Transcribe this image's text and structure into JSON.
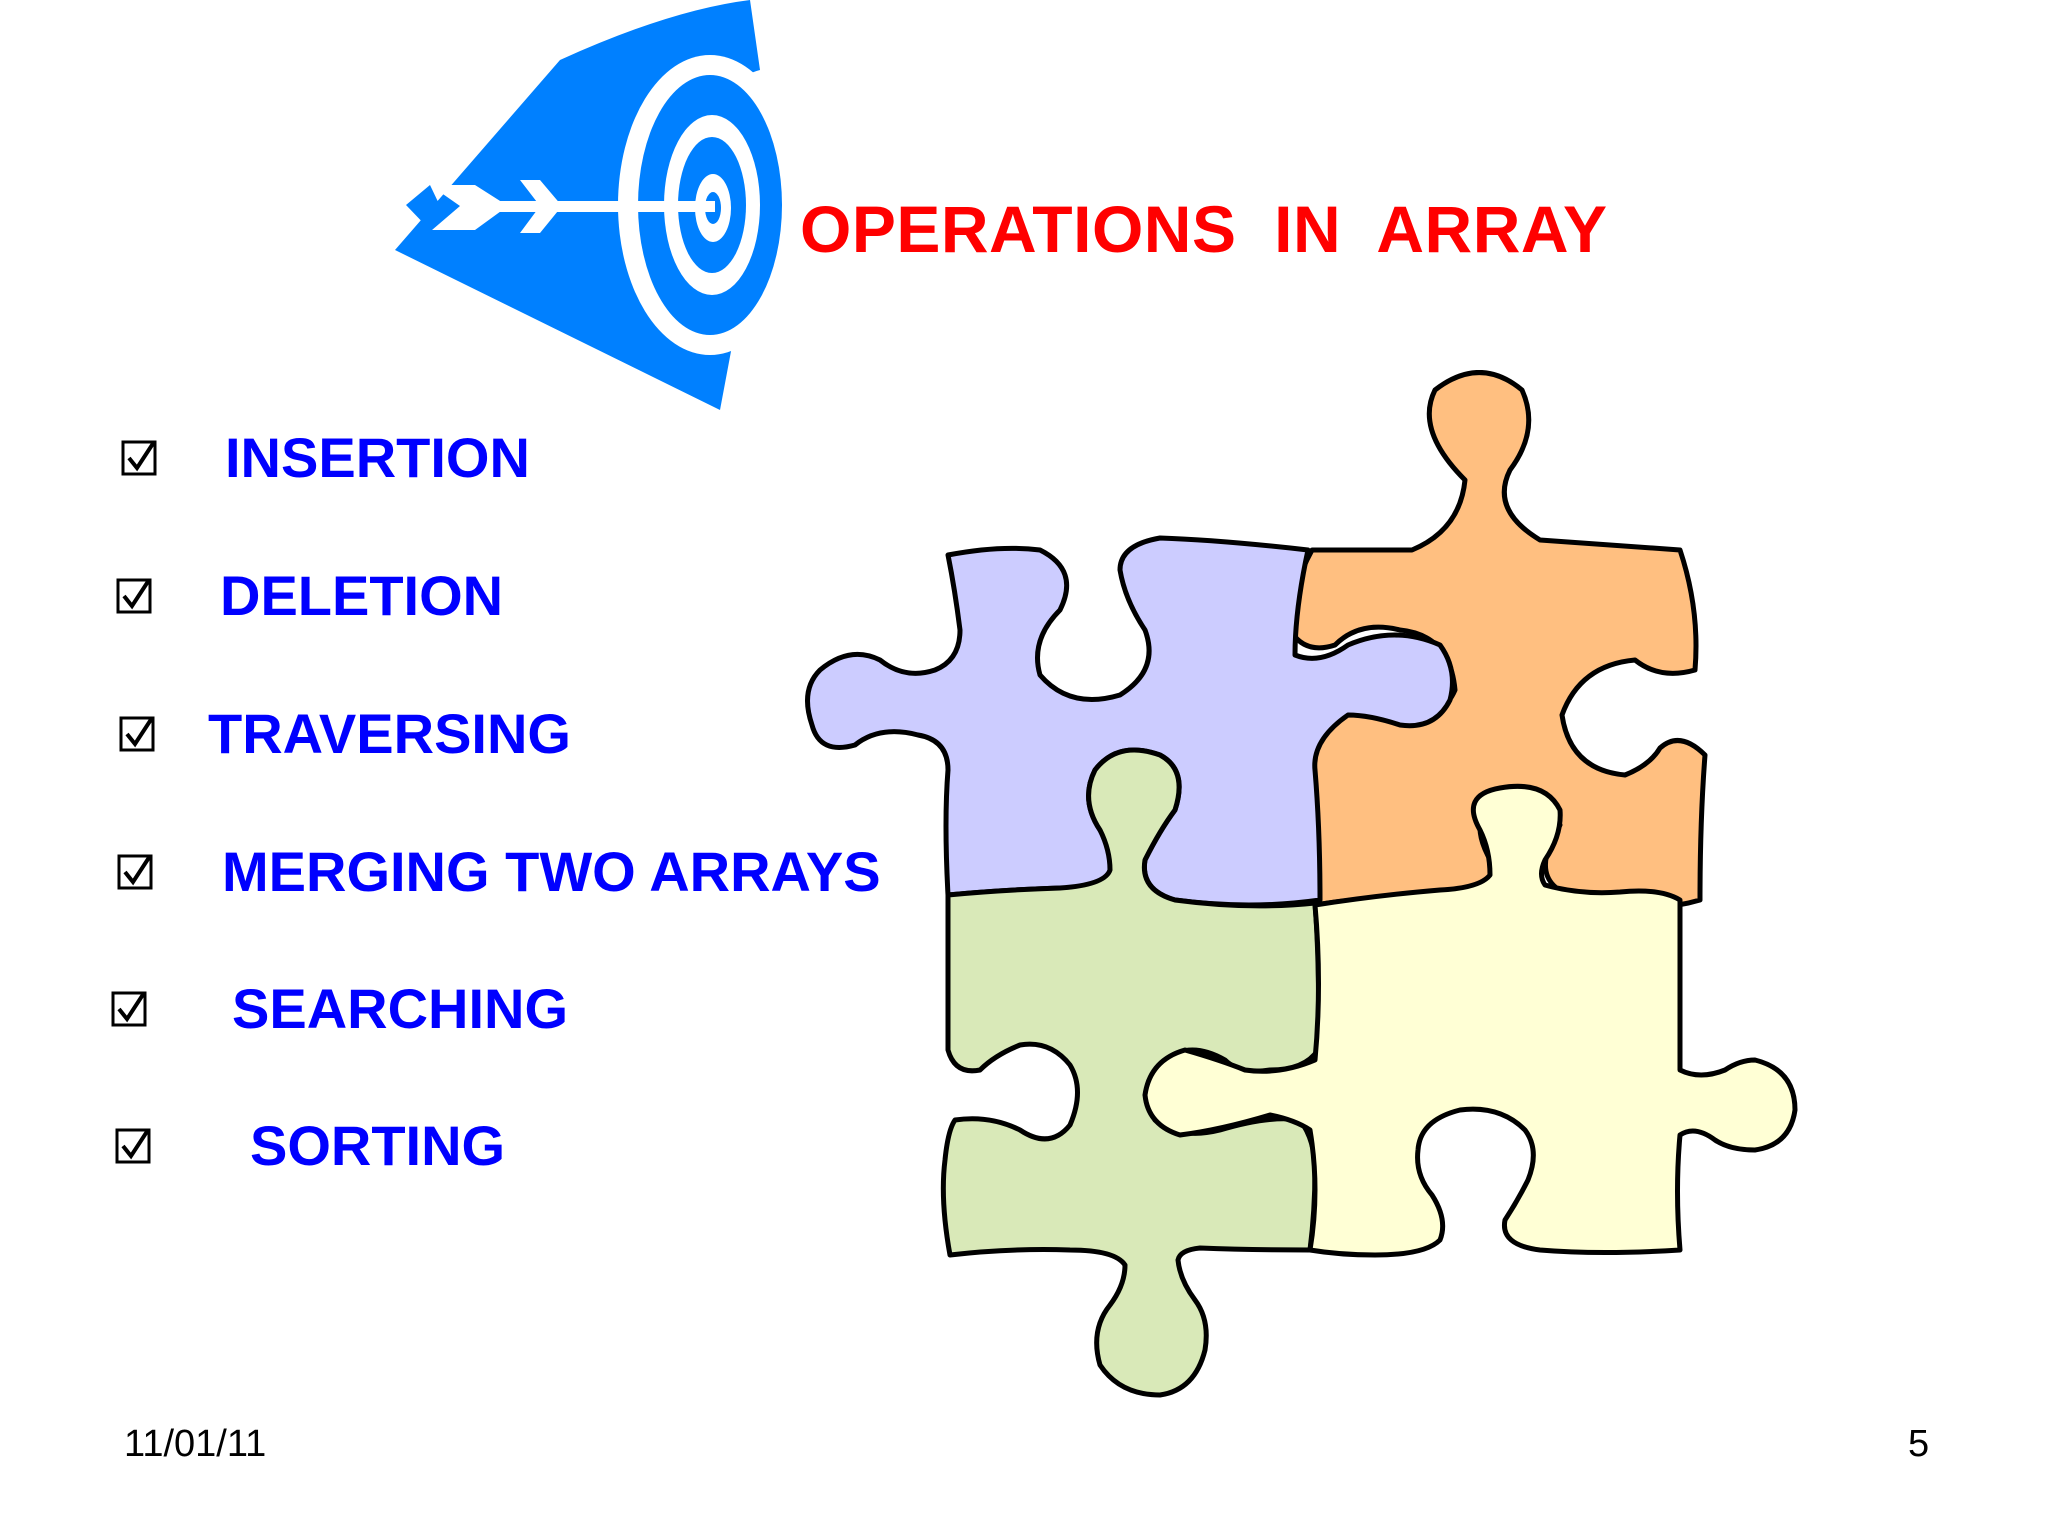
{
  "slide": {
    "title": "OPERATIONS  IN  ARRAY",
    "bullets": [
      "INSERTION",
      "DELETION",
      "TRAVERSING",
      "MERGING TWO ARRAYS",
      "SEARCHING",
      "SORTING"
    ],
    "footer": {
      "date": "11/01/11",
      "page_number": "5"
    },
    "colors": {
      "title": "#ff0000",
      "bullets": "#0000ff",
      "logo": "#0080ff",
      "puzzle_lavender": "#ccccff",
      "puzzle_orange": "#ffbf80",
      "puzzle_green": "#d9e9b8",
      "puzzle_cream": "#ffffd5"
    },
    "icons": {
      "logo": "target-arrow-icon",
      "bullet": "checkbox-checked-icon",
      "illustration": "puzzle-pieces-icon"
    }
  }
}
